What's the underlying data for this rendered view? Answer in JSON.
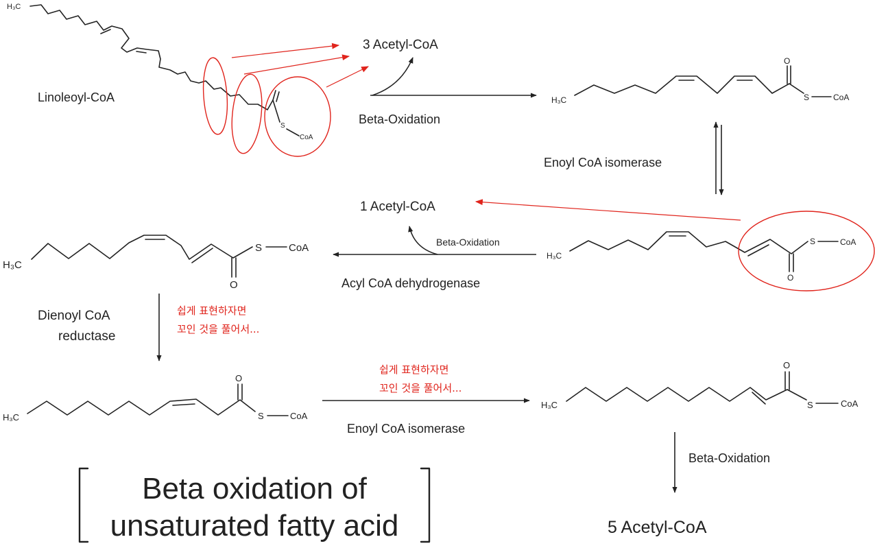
{
  "colors": {
    "text": "#222222",
    "highlight": "#e0241c",
    "background": "#ffffff"
  },
  "molecules": {
    "linoleoyl": {
      "h3c": "H₃C",
      "name": "Linoleoyl-CoA",
      "s": "S",
      "coa": "CoA"
    },
    "dienoyl_a": {
      "h3c": "H₃C",
      "o": "O",
      "s": "S",
      "coa": "CoA"
    },
    "dienoyl_b": {
      "h3c": "H₃C",
      "o": "O",
      "s": "S",
      "coa": "CoA"
    },
    "trienoyl": {
      "h3c": "H₃C",
      "o": "O",
      "s": "S",
      "coa": "CoA"
    },
    "enoyl_a": {
      "h3c": "H₃C",
      "o": "O",
      "s": "S",
      "coa": "CoA"
    },
    "enoyl_b": {
      "h3c": "H₃C",
      "o": "O",
      "s": "S",
      "coa": "CoA"
    }
  },
  "products": {
    "acetyl_3": "3 Acetyl-CoA",
    "acetyl_1": "1 Acetyl-CoA",
    "acetyl_5": "5 Acetyl-CoA"
  },
  "reactions": {
    "beta_1": "Beta-Oxidation",
    "isomerase_1": "Enoyl CoA isomerase",
    "beta_2": "Beta-Oxidation",
    "dehydrogenase": "Acyl CoA dehydrogenase",
    "reductase_1": "Dienoyl CoA",
    "reductase_2": "reductase",
    "isomerase_2": "Enoyl CoA isomerase",
    "beta_3": "Beta-Oxidation"
  },
  "annotations": {
    "note_left_1": "쉽게 표현하자면",
    "note_left_2": "꼬인 것을 풀어서...",
    "note_mid_1": "쉽게 표현하자면",
    "note_mid_2": "꼬인 것을 풀어서..."
  },
  "title": {
    "line1": "Beta oxidation of",
    "line2": "unsaturated fatty acid"
  }
}
